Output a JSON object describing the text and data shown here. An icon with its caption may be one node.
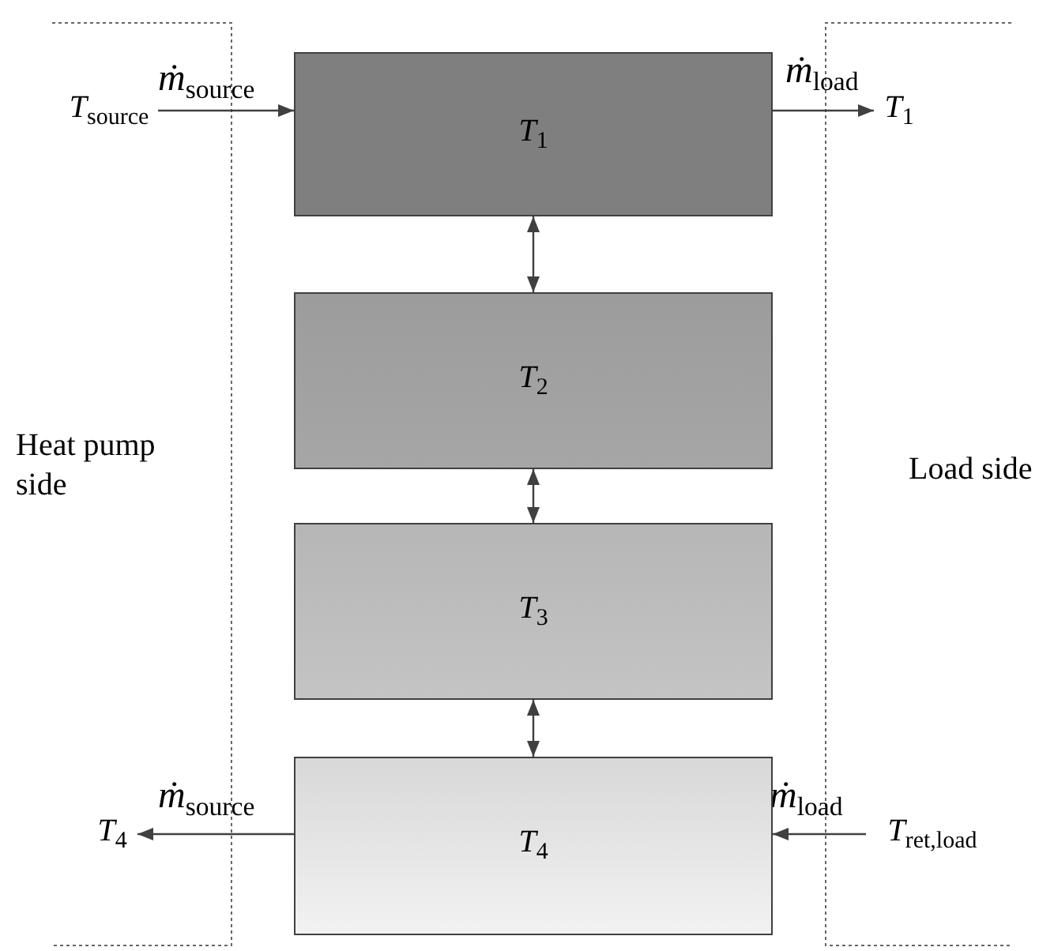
{
  "diagram": {
    "nodes": [
      {
        "text": [
          "*T*$_{source}$"
        ]
      },
      {
        "text": [
          "*T*$_{1}$"
        ]
      },
      {
        "text": [
          "*T*$_{1}$"
        ]
      },
      {
        "text": [
          "*T*$_{2}$"
        ]
      },
      {
        "text": [
          "*T*$_{3}$"
        ]
      },
      {
        "text": [
          "*T*$_{4}$"
        ]
      },
      {
        "text": [
          "*T*$_{4}$"
        ]
      },
      {
        "text": [
          "*T*$_{ret,load}$"
        ]
      }
    ],
    "edges": [
      {
        "from": 0,
        "to": 1,
        "arrow": "to",
        "label": "*ṁ*$_{source}$"
      },
      {
        "from": 1,
        "to": 2,
        "arrow": "to",
        "label": "*ṁ*$_{load}$"
      },
      {
        "from": 1,
        "to": 3,
        "arrow": "both"
      },
      {
        "from": 3,
        "to": 4,
        "arrow": "both"
      },
      {
        "from": 4,
        "to": 6,
        "arrow": "both"
      },
      {
        "from": 6,
        "to": 5,
        "arrow": "to",
        "label": "*ṁ*$_{source}$"
      },
      {
        "from": 7,
        "to": 6,
        "arrow": "to",
        "label": "*ṁ*$_{load}$"
      }
    ],
    "labels": [
      "Heat pump side",
      "Load side"
    ]
  }
}
